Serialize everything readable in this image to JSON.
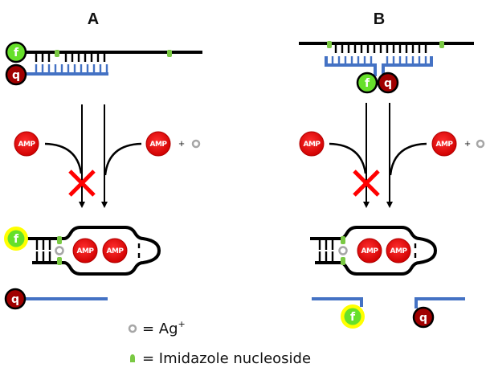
{
  "panels": [
    {
      "id": "A",
      "label": "A"
    },
    {
      "id": "B",
      "label": "B"
    }
  ],
  "molecules": {
    "amp_label": "AMP",
    "fluorophore_label": "f",
    "quencher_label": "q",
    "plus_sign": "+"
  },
  "legend": {
    "ag": {
      "symbol": "grey-ring",
      "text": "= Ag",
      "superscript": "+"
    },
    "imidazole": {
      "symbol": "green-mark",
      "text": "= Imidazole nucleoside"
    }
  },
  "colors": {
    "dna_strand": "#000000",
    "complement_strand": "#4472c4",
    "imidazole": "#7ac943",
    "amp": "#e30000",
    "fluorophore_fill": "#66e02a",
    "fluorophore_glow": "#ffff00",
    "quencher": "#a00000",
    "ag_ion": "#a6a6a6",
    "block_cross": "#ff0000"
  }
}
